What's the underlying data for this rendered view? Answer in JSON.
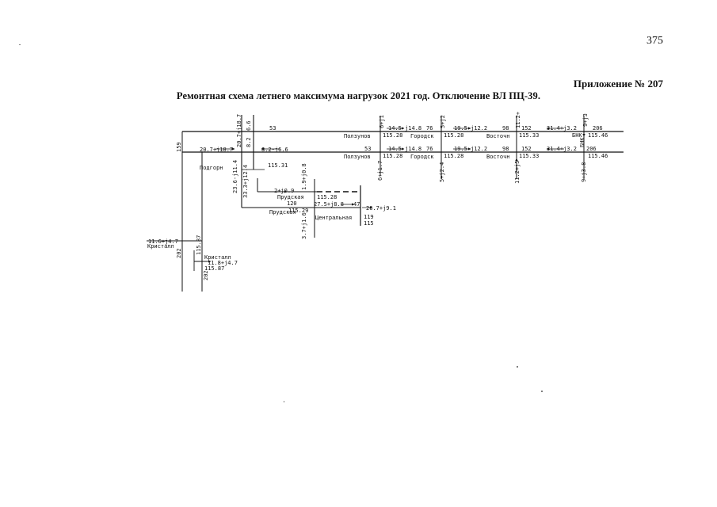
{
  "header": {
    "page_number": "375",
    "appendix": "Приложение № 207",
    "title": "Ремонтная схема летнего максимума нагрузок 2021 год. Отключение ВЛ ПЦ-39."
  },
  "nodes": {
    "podgorn": "Подгорн",
    "polzunov_1": "Ползунов",
    "polzunov_2": "Ползунов",
    "gorodsk_1": "Городск",
    "gorodsk_2": "Городск",
    "vostoch_1": "Восточн",
    "vostoch_2": "Восточн",
    "bnk_1": "БНК",
    "bnk_2": "БНК",
    "prudskaya_1": "Прудская",
    "prudskaya_2": "Прудская",
    "centralnaya": "Центральная",
    "kristall_1": "Кристалл",
    "kristall_2": "Кристалл"
  },
  "labels": {
    "l53_top": "53",
    "l53_bot": "53",
    "l76_top": "76",
    "l76_bot": "76",
    "l98_top": "98",
    "l98_bot": "98",
    "l152_top": "152",
    "l152_bot": "152",
    "l206_top": "206",
    "l206_bot": "206",
    "l159": "159",
    "l120": "120",
    "l202_a": "202",
    "l202_b": "202",
    "l119_side": "119",
    "v_podgorn": "115.31",
    "v_polzunov_1": "115.28",
    "v_polzunov_2": "115.28",
    "v_gorodsk_1": "115.28",
    "v_gorodsk_2": "115.28",
    "v_vostoch_1": "115.33",
    "v_vostoch_2": "115.33",
    "v_bnk_1": "115.46",
    "v_bnk_2": "115.46",
    "v_prudsk_1": "115.28",
    "v_prudsk_2": "115.29",
    "v_central": "115",
    "v_kristall": "115.87",
    "v_kristall_side": "115.87"
  },
  "flows": {
    "f_podgorn_v1": "20.7+j18.7",
    "f_podgorn_v2": "6.6",
    "f_podgorn_v3": "8.2",
    "f_podgorn_h": "20.7+j18.7",
    "f_podgorn_out": "8.2-j6.6",
    "f_polz_top_h": "14.5-j14.8",
    "f_polz_top_v": "6+j1",
    "f_polz_bot_h": "14.5-j14.8",
    "f_polz_bot_v": "6+j1.7",
    "f_gor_top_h": "19.5-j12.2",
    "f_gor_top_v": "5+j2",
    "f_gor_bot_h": "19.5-j12.2",
    "f_gor_bot_v": "5+j2.4",
    "f_vost_top_v": "11.2+",
    "f_vost_bot_v": "11.2+j5",
    "f_bnk_top_h": "31.4+j3.2",
    "f_bnk_top_v": "9+j3",
    "f_bnk_bot_h": "31.4+j3.2",
    "f_bnk_bot_v": "9+j3.8",
    "f_sub_v1": "23.6-j11.4",
    "f_sub_v2": "33.3+j12.4",
    "f_prud_in": "2+j0.9",
    "f_prud_v": "1.9+j0.8",
    "f_prud_line": "27.5+j8.8",
    "f_prud_line_end": "47",
    "f_central_out": "26.7+j9.1",
    "f_prud_down": "3.7+j1.6",
    "f_kristall_in": "11.6+j4.7",
    "f_kristall_out": "11.8+j4.7"
  }
}
